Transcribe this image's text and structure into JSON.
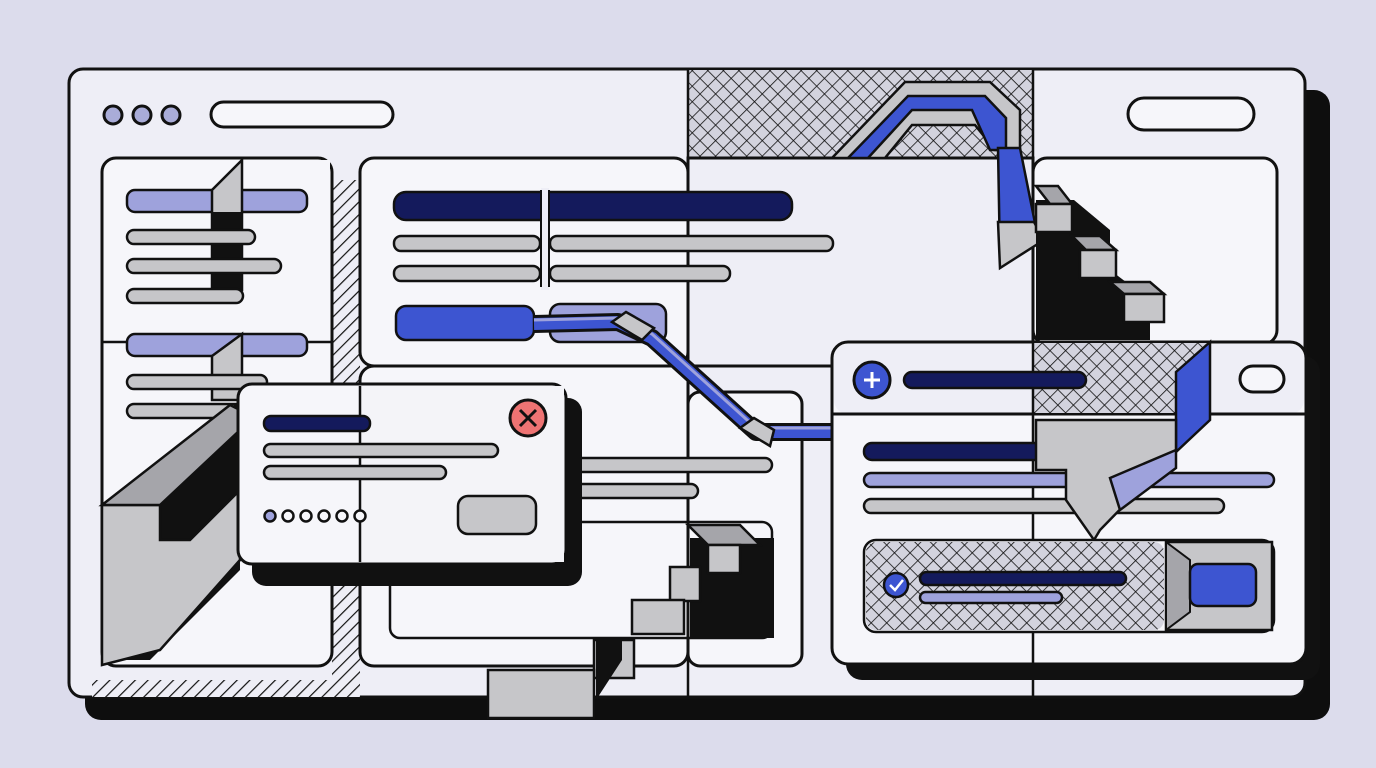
{
  "colors": {
    "background": "#dcdcec",
    "window": "#eeeef6",
    "panel": "#f6f6fa",
    "ink": "#111111",
    "navy": "#141a5c",
    "blue": "#3d55d1",
    "lavender": "#9ea2dc",
    "gray": "#c6c6c9",
    "gray_dark": "#a5a5aa",
    "shadow": "#0e0e0e",
    "close_red": "#ee7373"
  },
  "window": {
    "traffic_lights": [
      "dot",
      "dot",
      "dot"
    ]
  },
  "dialog": {
    "pagination_dots": 6,
    "icons": {
      "close": "close-x-icon"
    }
  },
  "card": {
    "icons": {
      "add": "plus-icon",
      "done": "checkmark-icon"
    }
  }
}
